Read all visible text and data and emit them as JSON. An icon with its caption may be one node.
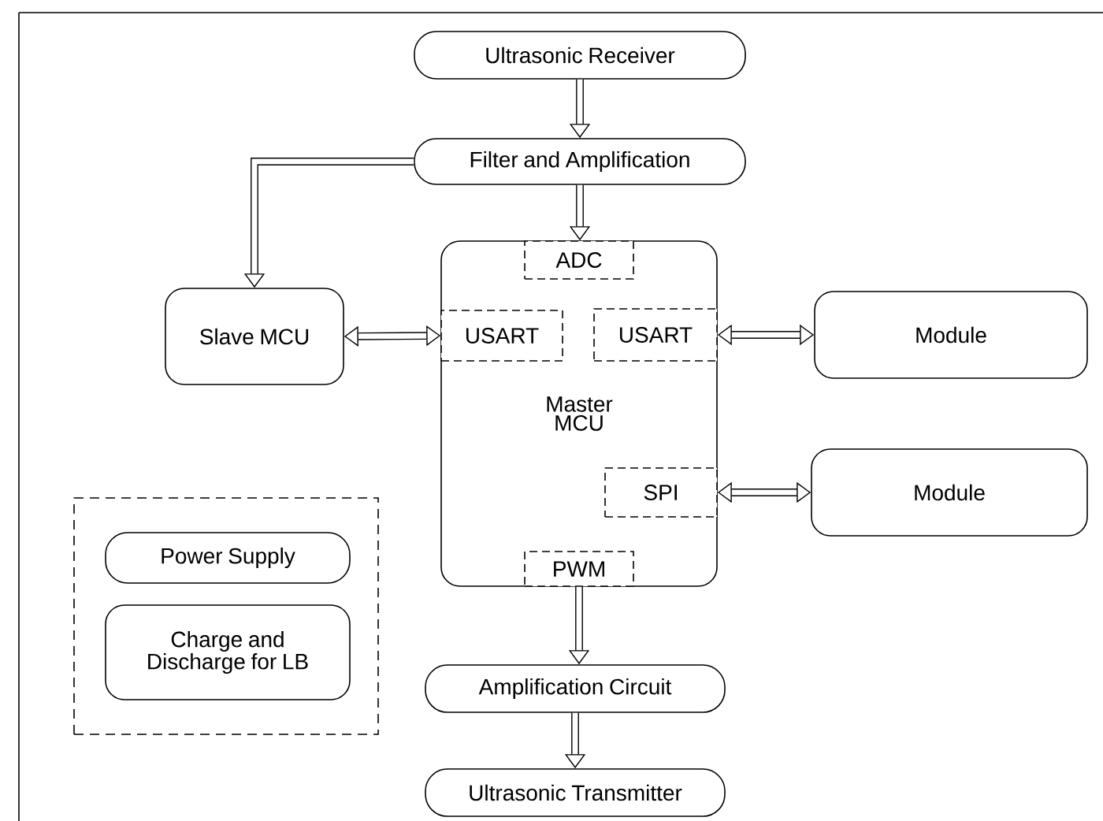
{
  "diagram": {
    "nodes": [
      {
        "text": [
          "Ultrasonic Receiver"
        ]
      },
      {
        "text": [
          "Filter and Amplification"
        ]
      },
      {
        "text": [
          "Slave MCU"
        ]
      },
      {
        "text": [
          "Master MCU"
        ]
      },
      {
        "text": [
          "ADC"
        ],
        "in": 3
      },
      {
        "text": [
          "USART"
        ],
        "in": 3
      },
      {
        "text": [
          "USART"
        ],
        "in": 3
      },
      {
        "text": [
          "SPI"
        ],
        "in": 3
      },
      {
        "text": [
          "PWM"
        ],
        "in": 3
      },
      {
        "text": [
          "Module"
        ]
      },
      {
        "text": [
          "Module"
        ]
      },
      {
        "text": [],
        "shape": "box"
      },
      {
        "text": [
          "Power Supply"
        ],
        "in": 11
      },
      {
        "text": [
          "Charge and Discharge for LB"
        ],
        "in": 11
      },
      {
        "text": [
          "Amplification Circuit"
        ]
      },
      {
        "text": [
          "Ultrasonic Transmitter"
        ]
      }
    ],
    "edges": [
      {
        "from": 0,
        "to": 1,
        "arrow": "to"
      },
      {
        "from": 1,
        "to": 2,
        "arrow": "to"
      },
      {
        "from": 1,
        "to": 4,
        "arrow": "to"
      },
      {
        "from": 5,
        "to": 2,
        "arrow": "both"
      },
      {
        "from": 6,
        "to": 9,
        "arrow": "both"
      },
      {
        "from": 7,
        "to": 10,
        "arrow": "both"
      },
      {
        "from": 8,
        "to": 14,
        "arrow": "to"
      },
      {
        "from": 14,
        "to": 15,
        "arrow": "to"
      }
    ]
  }
}
